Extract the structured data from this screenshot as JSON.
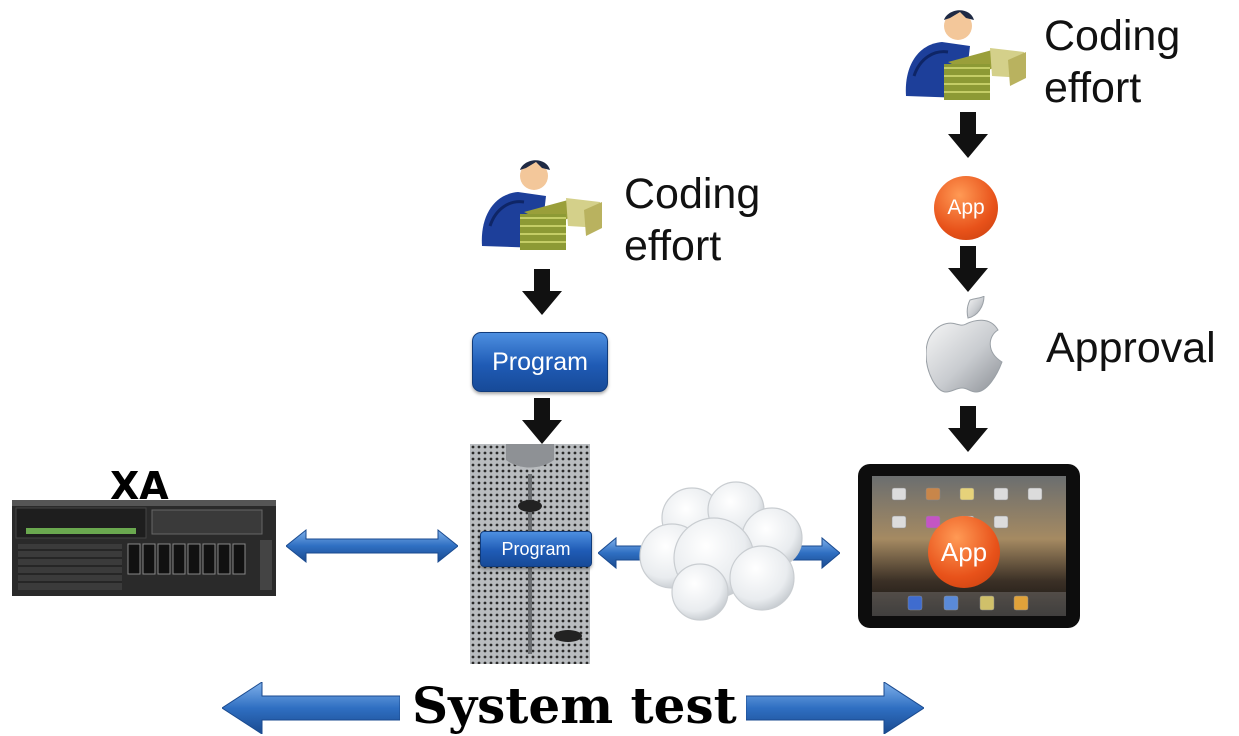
{
  "labels": {
    "coding_effort_1": "Coding effort",
    "coding_effort_2": "Coding effort",
    "approval": "Approval",
    "xa": "XA",
    "system_test": "System test"
  },
  "badges": {
    "program_top": "Program",
    "program_server": "Program",
    "app_small": "App",
    "app_tablet": "App"
  },
  "colors": {
    "arrow_blue": "#2f6fc2",
    "program_blue": "#1f5bb5",
    "app_orange": "#e8521a"
  }
}
